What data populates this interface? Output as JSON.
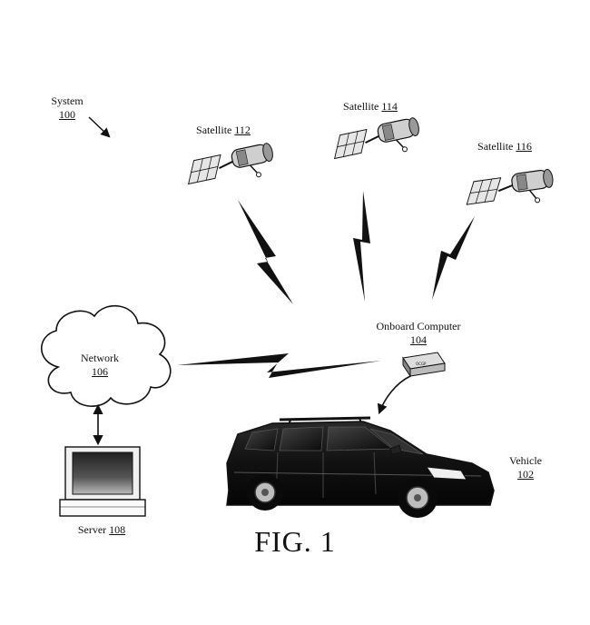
{
  "labels": {
    "system": {
      "name": "System",
      "ref": "100"
    },
    "satellite_112": {
      "name": "Satellite",
      "ref": "112"
    },
    "satellite_114": {
      "name": "Satellite",
      "ref": "114"
    },
    "satellite_116": {
      "name": "Satellite",
      "ref": "116"
    },
    "network": {
      "name": "Network",
      "ref": "106"
    },
    "onboard_computer": {
      "name": "Onboard Computer",
      "ref": "104"
    },
    "vehicle": {
      "name": "Vehicle",
      "ref": "102"
    },
    "server": {
      "name": "Server",
      "ref": "108"
    },
    "device_label": "OCGP"
  },
  "caption": "FIG. 1"
}
